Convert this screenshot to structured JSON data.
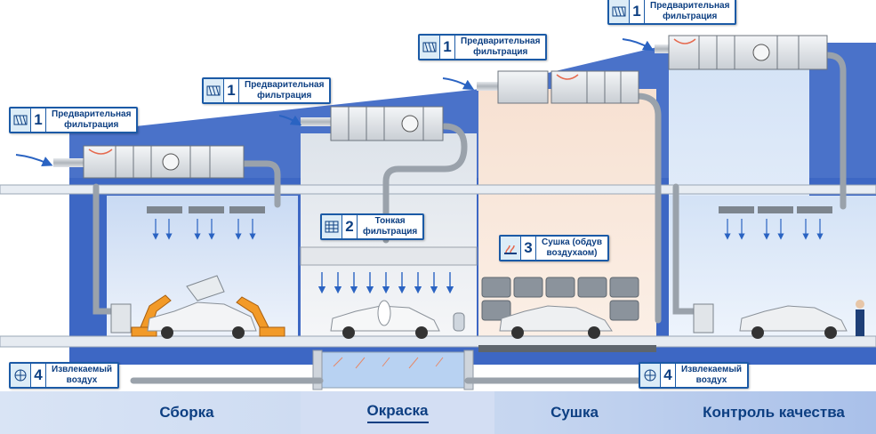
{
  "callouts": [
    {
      "id": "c1a",
      "num": "1",
      "label": "Предварительная\nфильтрация",
      "icon": "filter-icon"
    },
    {
      "id": "c1b",
      "num": "1",
      "label": "Предварительная\nфильтрация",
      "icon": "filter-icon"
    },
    {
      "id": "c1c",
      "num": "1",
      "label": "Предварительная\nфильтрация",
      "icon": "filter-icon"
    },
    {
      "id": "c1d",
      "num": "1",
      "label": "Предварительная\nфильтрация",
      "icon": "filter-icon"
    },
    {
      "id": "c2",
      "num": "2",
      "label": "Тонкая\nфильтрация",
      "icon": "fine-filter-icon"
    },
    {
      "id": "c3",
      "num": "3",
      "label": "Сушка (обдув\nвоздухаом)",
      "icon": "drying-icon"
    },
    {
      "id": "c4a",
      "num": "4",
      "label": "Извлекаемый\nвоздух",
      "icon": "exhaust-icon"
    },
    {
      "id": "c4b",
      "num": "4",
      "label": "Извлекаемый\nвоздух",
      "icon": "exhaust-icon"
    }
  ],
  "zones": [
    {
      "label": "Сборка",
      "active": false
    },
    {
      "label": "Окраска",
      "active": true
    },
    {
      "label": "Сушка",
      "active": false
    },
    {
      "label": "Контроль качества",
      "active": false
    }
  ],
  "colors": {
    "accent": "#1b5aa6",
    "wall": "#3d67c4",
    "zoneBg": "#cfdcf3",
    "text": "#0d3f82"
  }
}
